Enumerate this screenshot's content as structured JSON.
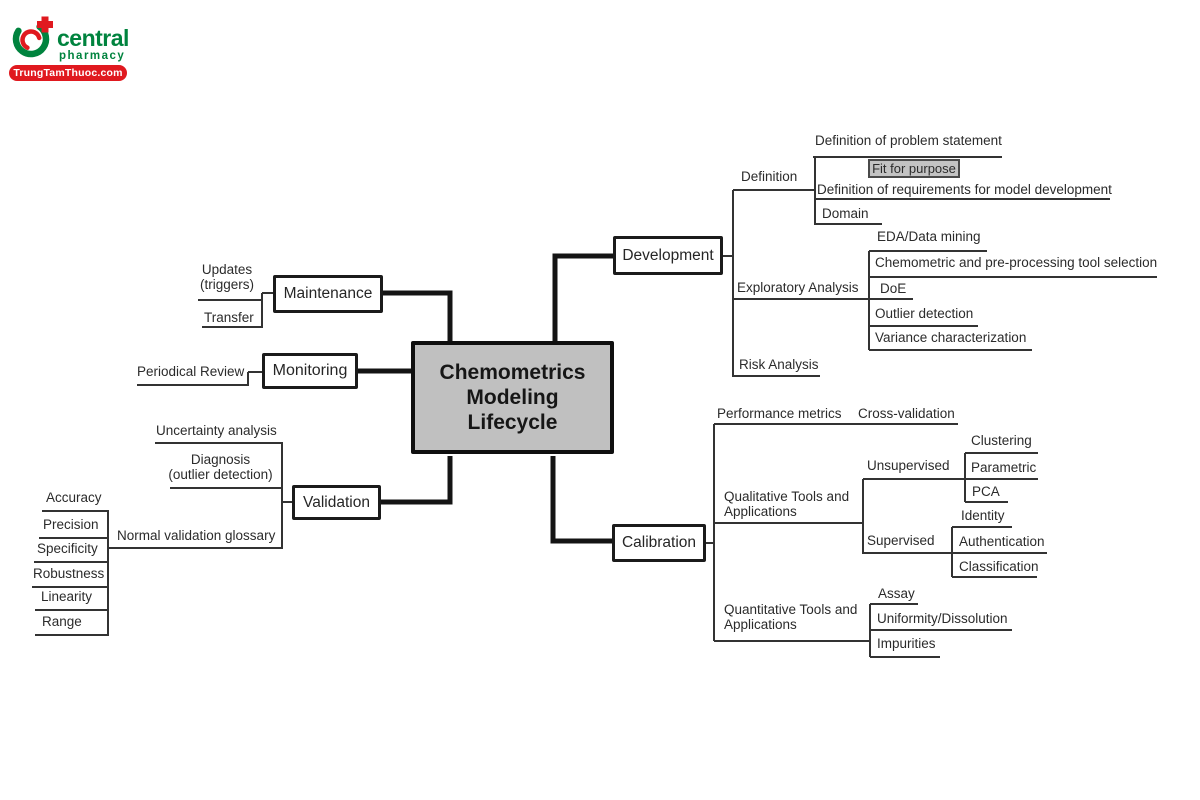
{
  "logo": {
    "brand": "central",
    "sub": "pharmacy",
    "badge": "TrungTamThuoc.com",
    "colors": {
      "green": "#00833e",
      "red": "#e0191f"
    }
  },
  "mindmap": {
    "center": {
      "label": "Chemometrics\nModeling\nLifecycle",
      "fill": "#c0c0c0"
    },
    "development": {
      "label": "Development",
      "definition": {
        "label": "Definition",
        "problem": {
          "label": "Definition of problem statement",
          "fit": {
            "label": "Fit for purpose"
          }
        },
        "requirements": {
          "label": "Definition of requirements for model development"
        },
        "domain": {
          "label": "Domain"
        }
      },
      "exploratory": {
        "label": "Exploratory Analysis",
        "eda": "EDA/Data mining",
        "chemometric": "Chemometric and pre-processing tool selection",
        "doe": "DoE",
        "outlier": "Outlier detection",
        "variance": "Variance characterization"
      },
      "risk": {
        "label": "Risk Analysis"
      }
    },
    "calibration": {
      "label": "Calibration",
      "performance": {
        "label": "Performance metrics",
        "crossval": "Cross-validation"
      },
      "qualitative": {
        "label": "Qualitative Tools and\nApplications",
        "unsupervised": {
          "label": "Unsupervised",
          "clustering": "Clustering",
          "parametric": "Parametric",
          "pca": "PCA"
        },
        "supervised": {
          "label": "Supervised",
          "identity": "Identity",
          "authentication": "Authentication",
          "classification": "Classification"
        }
      },
      "quantitative": {
        "label": "Quantitative Tools and\nApplications",
        "assay": "Assay",
        "uniformity": "Uniformity/Dissolution",
        "impurities": "Impurities"
      }
    },
    "validation": {
      "label": "Validation",
      "uncertainty": "Uncertainty analysis",
      "diagnosis": "Diagnosis\n(outlier detection)",
      "glossary": {
        "label": "Normal validation glossary",
        "items": [
          "Accuracy",
          "Precision",
          "Specificity",
          "Robustness",
          "Linearity",
          "Range"
        ]
      }
    },
    "monitoring": {
      "label": "Monitoring",
      "periodical": "Periodical Review"
    },
    "maintenance": {
      "label": "Maintenance",
      "updates": "Updates\n(triggers)",
      "transfer": "Transfer"
    }
  }
}
